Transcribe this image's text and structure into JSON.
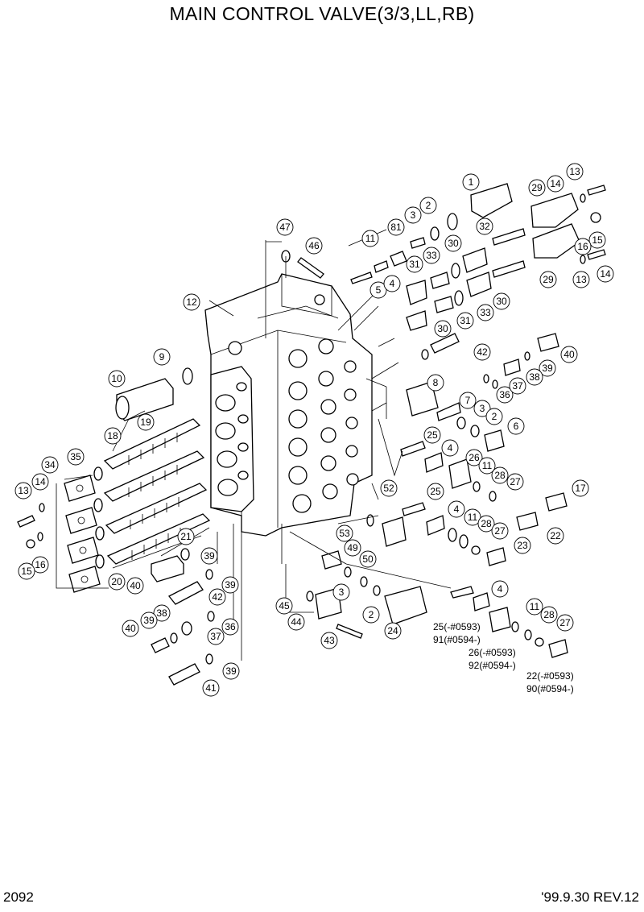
{
  "header": {
    "title": "MAIN CONTROL VALVE(3/3,LL,RB)"
  },
  "footer": {
    "page_number": "2092",
    "revision": "'99.9.30 REV.12"
  },
  "callouts": [
    "1",
    "2",
    "3",
    "81",
    "11",
    "47",
    "46",
    "13",
    "14",
    "29",
    "32",
    "15",
    "16",
    "30",
    "31",
    "33",
    "5",
    "4",
    "12",
    "13",
    "14",
    "29",
    "30",
    "33",
    "31",
    "30",
    "42",
    "40",
    "39",
    "38",
    "9",
    "36",
    "37",
    "10",
    "8",
    "7",
    "3",
    "2",
    "19",
    "18",
    "6",
    "35",
    "25",
    "4",
    "34",
    "26",
    "11",
    "28",
    "14",
    "27",
    "17",
    "13",
    "52",
    "25",
    "16",
    "15",
    "11",
    "28",
    "53",
    "4",
    "21",
    "27",
    "22",
    "49",
    "50",
    "39",
    "23",
    "20",
    "40",
    "42",
    "39",
    "3",
    "45",
    "2",
    "4",
    "44",
    "38",
    "39",
    "36",
    "40",
    "37",
    "24",
    "11",
    "28",
    "27",
    "43",
    "39",
    "41"
  ],
  "multi_labels": [
    "25(-#0593)",
    "91(#0594-)",
    "26(-#0593)",
    "92(#0594-)",
    "22(-#0593)",
    "90(#0594-)"
  ]
}
